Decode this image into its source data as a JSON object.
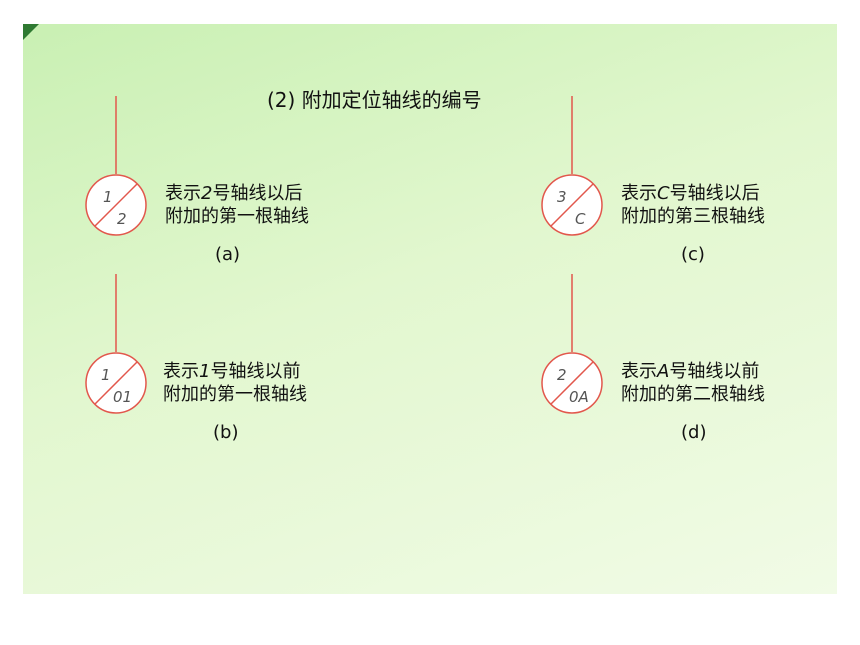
{
  "title": "(2)  附加定位轴线的编号",
  "colors": {
    "line": "#e2574c",
    "background": "#d9f5c4",
    "text": "#111111"
  },
  "items": [
    {
      "id": "a",
      "top": "1",
      "bottom": "2",
      "line1_pre": "表示",
      "line1_key": "2",
      "line1_post": "号轴线以后",
      "line2": "附加的第一根轴线",
      "caption": "(a)"
    },
    {
      "id": "b",
      "top": "1",
      "bottom": "01",
      "line1_pre": "表示",
      "line1_key": "1",
      "line1_post": "号轴线以前",
      "line2": "附加的第一根轴线",
      "caption": "(b)"
    },
    {
      "id": "c",
      "top": "3",
      "bottom": "C",
      "line1_pre": "表示",
      "line1_key": "C",
      "line1_post": "号轴线以后",
      "line2": "附加的第三根轴线",
      "caption": "(c)"
    },
    {
      "id": "d",
      "top": "2",
      "bottom": "0A",
      "line1_pre": "表示",
      "line1_key": "A",
      "line1_post": "号轴线以前",
      "line2": "附加的第二根轴线",
      "caption": "(d)"
    }
  ]
}
